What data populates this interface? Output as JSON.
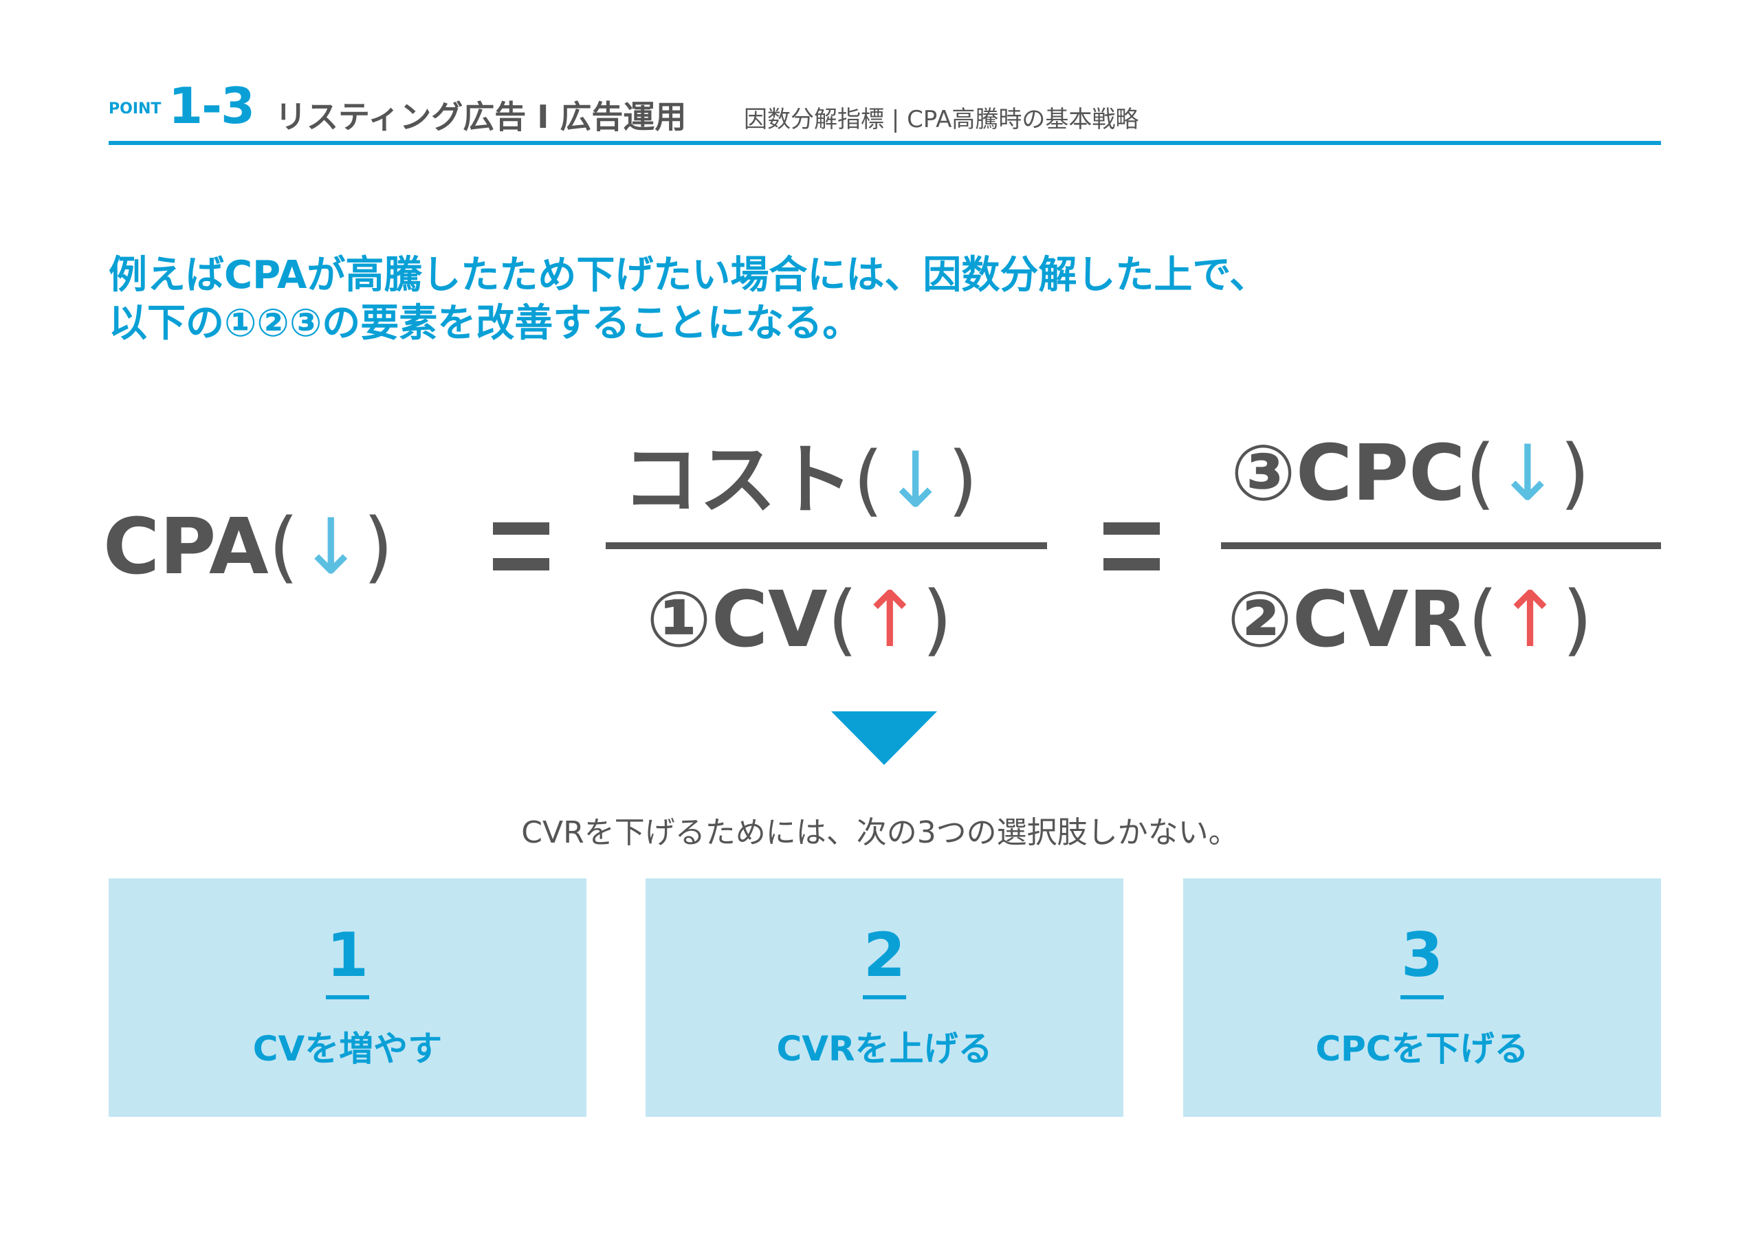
{
  "header": {
    "point_label": "POINT",
    "number": "1-3",
    "title": "リスティング広告 I 広告運用",
    "subtitle": "因数分解指標 | CPA高騰時の基本戦略"
  },
  "lead": {
    "line1": "例えばCPAが高騰したため下げたい場合には、因数分解した上で、",
    "line2": "以下の①②③の要素を改善することになる。"
  },
  "formula": {
    "lhs": {
      "label": "CPA",
      "open": "(",
      "arrow": "↓",
      "close": ")"
    },
    "equals": "=",
    "frac1": {
      "num": {
        "label": "コスト",
        "open": "(",
        "arrow": "↓",
        "close": ")"
      },
      "den": {
        "label": "①CV",
        "open": "(",
        "arrow": "↑",
        "close": ")"
      }
    },
    "frac2": {
      "num": {
        "label": "③CPC",
        "open": "(",
        "arrow": "↓",
        "close": ")"
      },
      "den": {
        "label": "②CVR",
        "open": "(",
        "arrow": "↑",
        "close": ")"
      }
    }
  },
  "caption": "CVRを下げるためには、次の3つの選択肢しかない。",
  "options": [
    {
      "number": "1",
      "label": "CVを増やす"
    },
    {
      "number": "2",
      "label": "CVRを上げる"
    },
    {
      "number": "3",
      "label": "CPCを下げる"
    }
  ],
  "colors": {
    "accent": "#0aa0d6",
    "text": "#555555",
    "down_arrow": "#5bbfe2",
    "up_arrow": "#ec5656",
    "box": "#c3e6f3"
  }
}
